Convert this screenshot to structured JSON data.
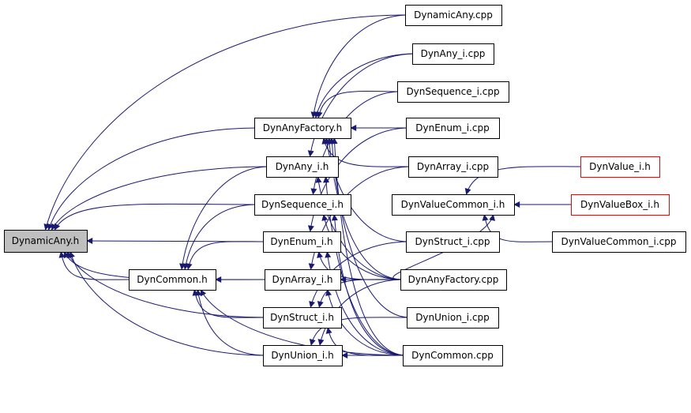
{
  "diagram": {
    "type": "include-dependency-graph",
    "colors": {
      "edge": "#191970",
      "root_fill": "#bfbfbf",
      "node_border": "#000000",
      "external_border": "#ff0000",
      "node_fill": "#ffffff",
      "text": "#000000"
    },
    "nodes": [
      {
        "id": "root",
        "label": "DynamicAny.h",
        "kind": "root"
      },
      {
        "id": "dac",
        "label": "DynamicAny.cpp",
        "kind": "normal"
      },
      {
        "id": "dai",
        "label": "DynAny_i.cpp",
        "kind": "normal"
      },
      {
        "id": "dsicpp",
        "label": "DynSequence_i.cpp",
        "kind": "normal"
      },
      {
        "id": "daf",
        "label": "DynAnyFactory.h",
        "kind": "normal"
      },
      {
        "id": "deicpp",
        "label": "DynEnum_i.cpp",
        "kind": "normal"
      },
      {
        "id": "dah",
        "label": "DynAny_i.h",
        "kind": "normal"
      },
      {
        "id": "daricpp",
        "label": "DynArray_i.cpp",
        "kind": "normal"
      },
      {
        "id": "dvh",
        "label": "DynValue_i.h",
        "kind": "external"
      },
      {
        "id": "dsh",
        "label": "DynSequence_i.h",
        "kind": "normal"
      },
      {
        "id": "dvch",
        "label": "DynValueCommon_i.h",
        "kind": "normal"
      },
      {
        "id": "dvbh",
        "label": "DynValueBox_i.h",
        "kind": "external"
      },
      {
        "id": "deh",
        "label": "DynEnum_i.h",
        "kind": "normal"
      },
      {
        "id": "dsticpp",
        "label": "DynStruct_i.cpp",
        "kind": "normal"
      },
      {
        "id": "dvccpp",
        "label": "DynValueCommon_i.cpp",
        "kind": "normal"
      },
      {
        "id": "dch",
        "label": "DynCommon.h",
        "kind": "normal"
      },
      {
        "id": "darh",
        "label": "DynArray_i.h",
        "kind": "normal"
      },
      {
        "id": "dafcpp",
        "label": "DynAnyFactory.cpp",
        "kind": "normal"
      },
      {
        "id": "dsth",
        "label": "DynStruct_i.h",
        "kind": "normal"
      },
      {
        "id": "duicpp",
        "label": "DynUnion_i.cpp",
        "kind": "normal"
      },
      {
        "id": "duh",
        "label": "DynUnion_i.h",
        "kind": "normal"
      },
      {
        "id": "dccpp",
        "label": "DynCommon.cpp",
        "kind": "normal"
      }
    ],
    "edges": [
      {
        "from": "dac",
        "to": "root"
      },
      {
        "from": "daf",
        "to": "root"
      },
      {
        "from": "dah",
        "to": "root"
      },
      {
        "from": "dsh",
        "to": "root"
      },
      {
        "from": "deh",
        "to": "root"
      },
      {
        "from": "dch",
        "to": "root"
      },
      {
        "from": "darh",
        "to": "root"
      },
      {
        "from": "dsth",
        "to": "root"
      },
      {
        "from": "duh",
        "to": "root"
      },
      {
        "from": "dac",
        "to": "daf"
      },
      {
        "from": "dai",
        "to": "daf"
      },
      {
        "from": "dsicpp",
        "to": "daf"
      },
      {
        "from": "deicpp",
        "to": "daf"
      },
      {
        "from": "daricpp",
        "to": "daf"
      },
      {
        "from": "dsticpp",
        "to": "daf"
      },
      {
        "from": "dafcpp",
        "to": "daf"
      },
      {
        "from": "duicpp",
        "to": "daf"
      },
      {
        "from": "dccpp",
        "to": "daf"
      },
      {
        "from": "dai",
        "to": "dah"
      },
      {
        "from": "dafcpp",
        "to": "dah"
      },
      {
        "from": "dccpp",
        "to": "dah"
      },
      {
        "from": "dsicpp",
        "to": "dsh"
      },
      {
        "from": "dafcpp",
        "to": "dsh"
      },
      {
        "from": "dccpp",
        "to": "dsh"
      },
      {
        "from": "deicpp",
        "to": "deh"
      },
      {
        "from": "dafcpp",
        "to": "deh"
      },
      {
        "from": "dccpp",
        "to": "deh"
      },
      {
        "from": "daricpp",
        "to": "darh"
      },
      {
        "from": "dafcpp",
        "to": "darh"
      },
      {
        "from": "dccpp",
        "to": "darh"
      },
      {
        "from": "dsticpp",
        "to": "dsth"
      },
      {
        "from": "dafcpp",
        "to": "dsth"
      },
      {
        "from": "dccpp",
        "to": "dsth"
      },
      {
        "from": "duicpp",
        "to": "duh"
      },
      {
        "from": "dafcpp",
        "to": "duh"
      },
      {
        "from": "dccpp",
        "to": "duh"
      },
      {
        "from": "dah",
        "to": "dch"
      },
      {
        "from": "dsh",
        "to": "dch"
      },
      {
        "from": "deh",
        "to": "dch"
      },
      {
        "from": "darh",
        "to": "dch"
      },
      {
        "from": "dsth",
        "to": "dch"
      },
      {
        "from": "duh",
        "to": "dch"
      },
      {
        "from": "dccpp",
        "to": "dch"
      },
      {
        "from": "dvh",
        "to": "dvch"
      },
      {
        "from": "dvbh",
        "to": "dvch"
      },
      {
        "from": "dvccpp",
        "to": "dvch"
      },
      {
        "from": "dafcpp",
        "to": "dvch"
      }
    ]
  }
}
